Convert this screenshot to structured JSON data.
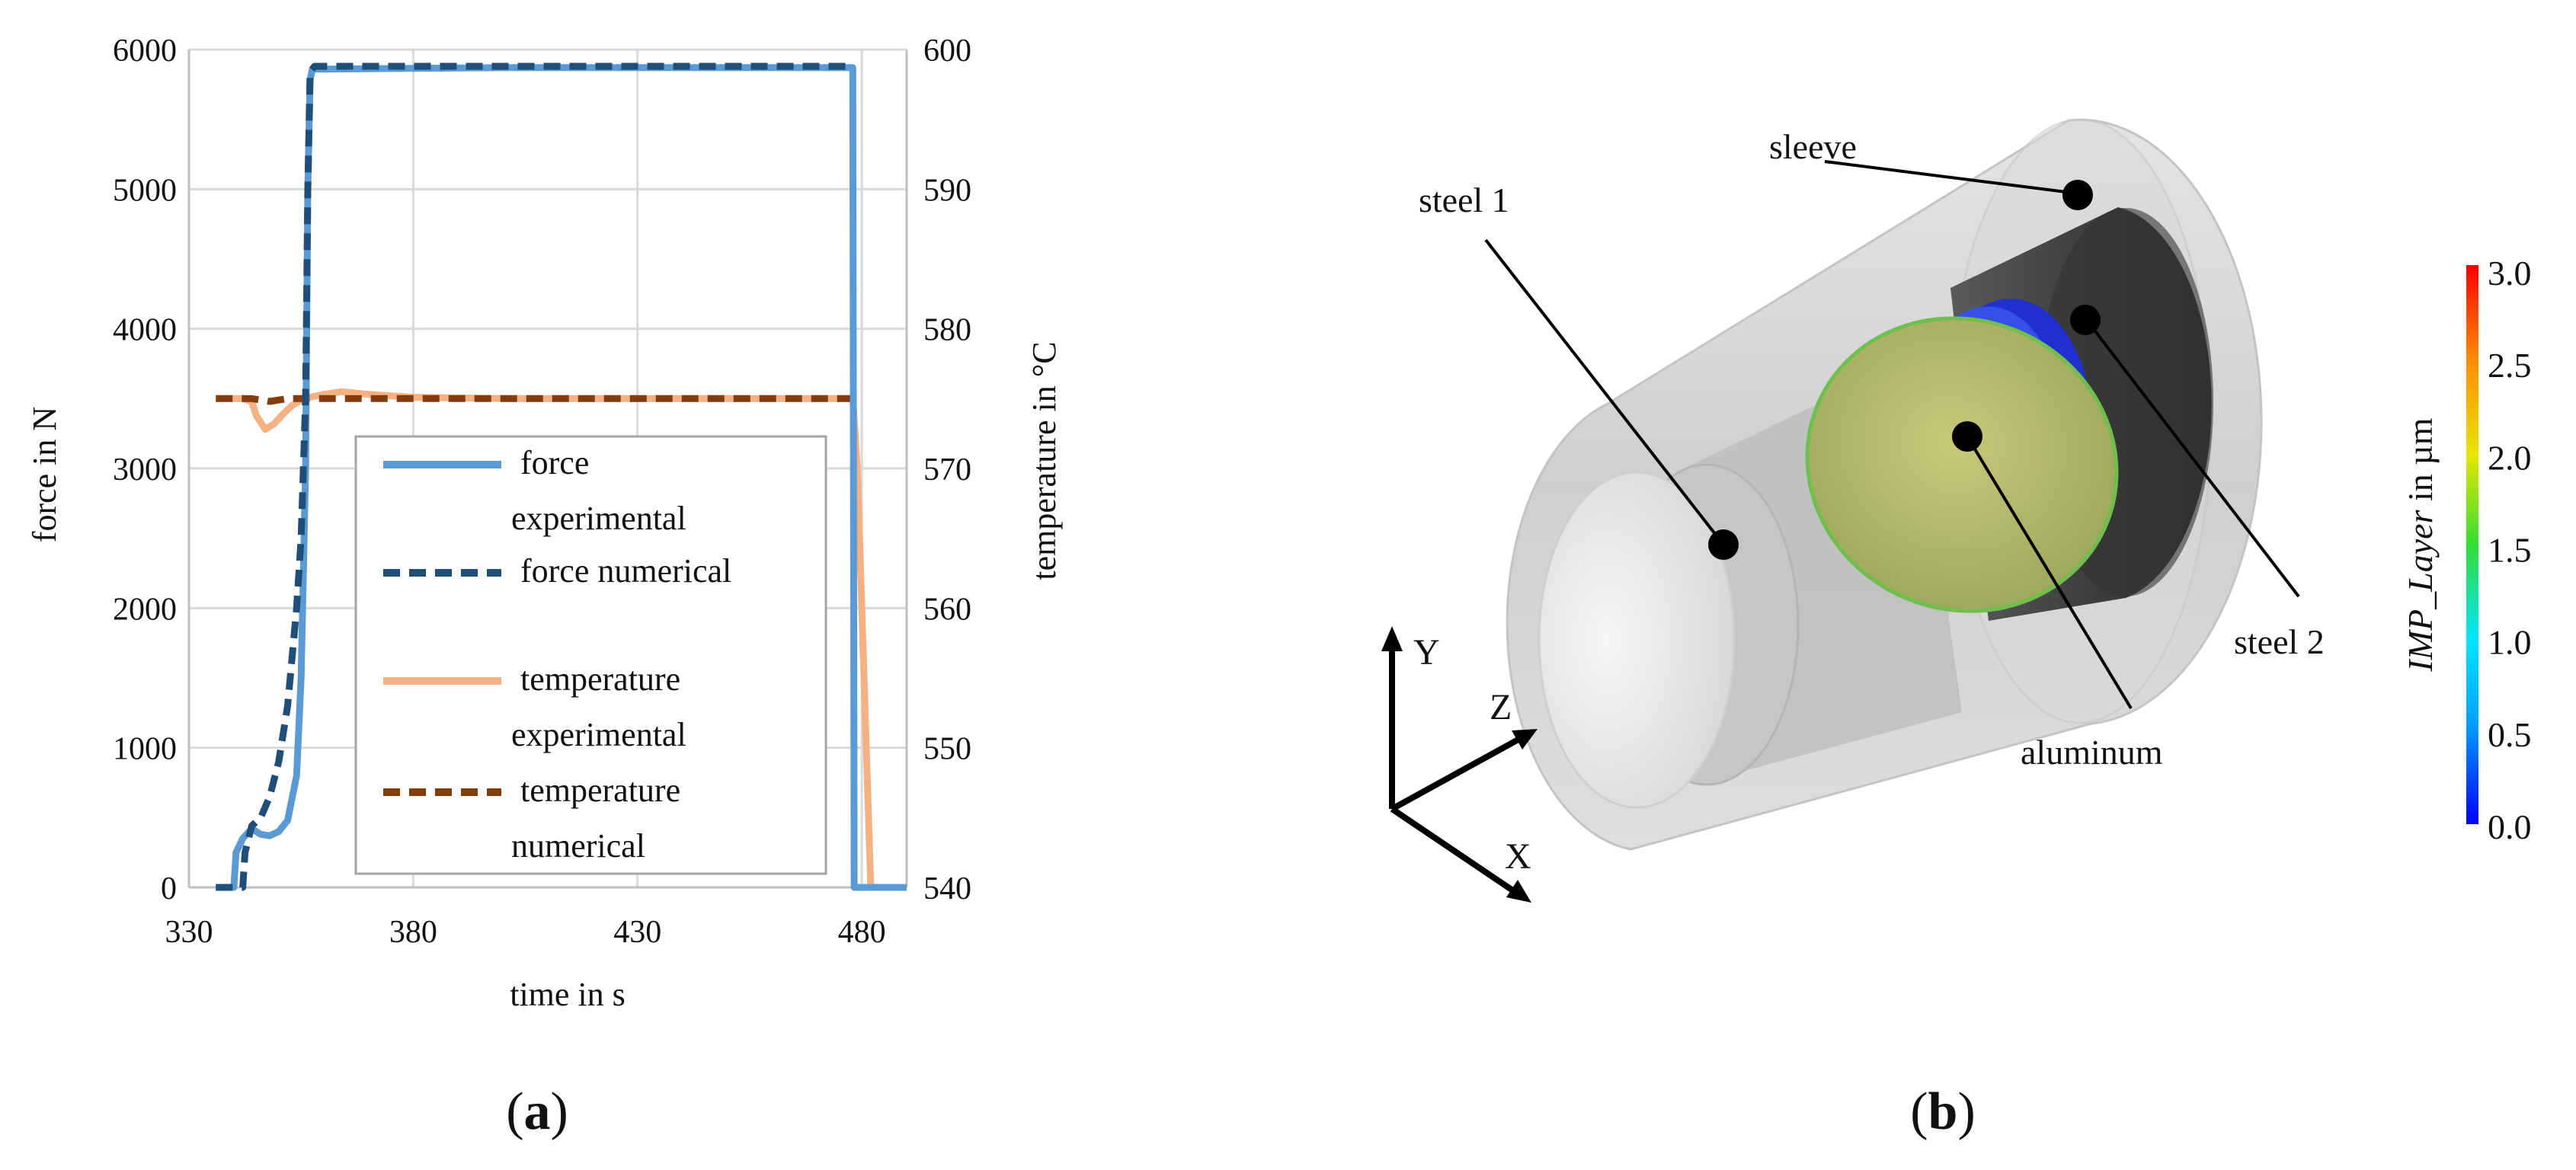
{
  "panel_a": {
    "label_open": "(",
    "label_letter": "a",
    "label_close": ")"
  },
  "panel_b": {
    "label_open": "(",
    "label_letter": "b",
    "label_close": ")",
    "parts": {
      "sleeve": "sleeve",
      "steel1": "steel 1",
      "steel2": "steel 2",
      "aluminum": "aluminum"
    },
    "axes": {
      "y": "Y",
      "z": "Z",
      "x": "X"
    },
    "colorbar": {
      "label_italic": "IMP_Layer",
      "label_rest": " in µm",
      "ticks": [
        "3.0",
        "2.5",
        "2.0",
        "1.5",
        "1.0",
        "0.5",
        "0.0"
      ],
      "min": 0.0,
      "max": 3.0
    }
  },
  "chart_data": {
    "type": "line",
    "xlabel": "time in s",
    "ylabel": "force in N",
    "y2label": "temperature in °C",
    "xlim": [
      330,
      490
    ],
    "ylim": [
      0,
      6000
    ],
    "y2lim": [
      540,
      600
    ],
    "xticks": [
      330,
      380,
      430,
      480
    ],
    "yticks": [
      0,
      1000,
      2000,
      3000,
      4000,
      5000,
      6000
    ],
    "y2ticks": [
      540,
      550,
      560,
      570,
      580,
      590,
      600
    ],
    "grid": true,
    "legend_position": "center-right",
    "series": [
      {
        "name": "force experimental",
        "axis": "left",
        "color": "#5b9bd5",
        "style": "solid",
        "x": [
          336,
          340,
          340.5,
          342,
          344,
          346,
          348,
          350,
          352,
          354,
          355,
          356,
          356.5,
          357,
          357.5,
          360,
          400,
          450,
          475,
          478,
          478.3,
          480,
          490
        ],
        "y": [
          0,
          0,
          250,
          350,
          420,
          380,
          370,
          400,
          480,
          800,
          1500,
          3000,
          5000,
          5780,
          5860,
          5860,
          5870,
          5870,
          5870,
          5870,
          0,
          0,
          0
        ]
      },
      {
        "name": "force numerical",
        "axis": "left",
        "color": "#1f4e79",
        "style": "dashed",
        "x": [
          336,
          342,
          342.5,
          344,
          346,
          348,
          350,
          352,
          354,
          355,
          356,
          356.5,
          357,
          358,
          400,
          450,
          478
        ],
        "y": [
          0,
          0,
          250,
          440,
          500,
          650,
          900,
          1300,
          2000,
          2500,
          3500,
          5000,
          5840,
          5880,
          5880,
          5880,
          5880
        ]
      },
      {
        "name": "temperature experimental",
        "axis": "right",
        "color": "#f4b183",
        "style": "solid",
        "x": [
          336,
          342,
          344,
          345,
          347,
          349,
          351,
          353,
          355,
          357,
          360,
          364,
          370,
          380,
          400,
          440,
          478,
          479,
          480,
          481,
          482,
          483,
          490
        ],
        "y": [
          575,
          575,
          574.8,
          573.8,
          572.8,
          573.2,
          573.9,
          574.5,
          574.9,
          575.1,
          575.3,
          575.5,
          575.3,
          575.1,
          575.0,
          575.0,
          575.0,
          570,
          560,
          550,
          540,
          540,
          540
        ]
      },
      {
        "name": "temperature numerical",
        "axis": "right",
        "color": "#843c0c",
        "style": "dashed",
        "x": [
          336,
          344,
          348,
          352,
          356,
          360,
          400,
          440,
          478
        ],
        "y": [
          575,
          575,
          574.8,
          575,
          575,
          575,
          575,
          575,
          575
        ]
      }
    ],
    "legend": [
      {
        "line1": "force",
        "line2": "experimental"
      },
      {
        "line1": "force numerical",
        "line2": ""
      },
      {
        "line1": "temperature",
        "line2": "experimental"
      },
      {
        "line1": "temperature",
        "line2": "numerical"
      }
    ]
  }
}
